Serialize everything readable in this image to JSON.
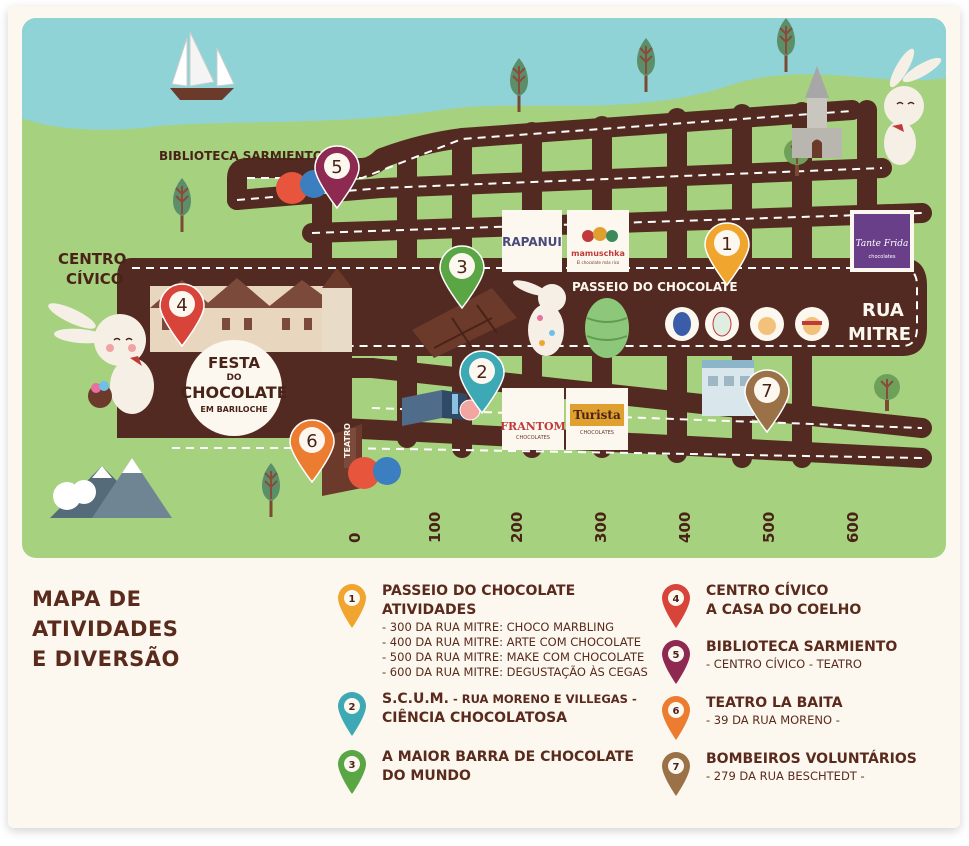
{
  "map": {
    "labels": {
      "biblioteca": "BIBLIOTECA SARMIENTO",
      "centro_1": "CENTRO",
      "centro_2": "CÍVICO",
      "passeio": "PASSEIO DO CHOCOLATE",
      "rua_1": "RUA",
      "rua_2": "MITRE",
      "teatro": "TEATRO",
      "festa_1": "FESTA",
      "festa_2": "DO",
      "festa_3": "CHOCOLATE",
      "festa_4": "EM BARILOCHE"
    },
    "shops": {
      "rapanui": "RAPANUI",
      "mamuschka": "mamuschka",
      "mamuschka_sub": "El chocolate más rico",
      "tante_frida_1": "Tante Frida",
      "tante_frida_2": "chocolates",
      "frantom_1": "FRANTOM",
      "frantom_2": "CHOCOLATES",
      "turista_1": "Turista",
      "turista_2": "CHOCOLATES"
    },
    "street_numbers": [
      "0",
      "100",
      "200",
      "300",
      "400",
      "500",
      "600"
    ],
    "pins": [
      {
        "num": "1",
        "color": "#f0a52e"
      },
      {
        "num": "2",
        "color": "#3da9b5"
      },
      {
        "num": "3",
        "color": "#5aa544"
      },
      {
        "num": "4",
        "color": "#d8433a"
      },
      {
        "num": "5",
        "color": "#8e2a52"
      },
      {
        "num": "6",
        "color": "#ec7c2f"
      },
      {
        "num": "7",
        "color": "#9b7248"
      }
    ],
    "colors": {
      "water": "#8fd3d6",
      "grass": "#a6d17e",
      "road": "#532a21",
      "road_dash": "#ffffff",
      "chocolate": "#5a2a1c"
    }
  },
  "legend": {
    "title_1": "MAPA DE ATIVIDADES",
    "title_2": "E DIVERSÃO",
    "items": [
      {
        "num": "1",
        "color": "#f0a52e",
        "heading": "PASSEIO DO CHOCOLATE",
        "heading2": "ATIVIDADES",
        "lines": [
          "- 300 DA RUA MITRE: CHOCO MARBLING",
          "- 400 DA RUA MITRE: ARTE COM CHOCOLATE",
          "- 500 DA RUA MITRE: MAKE COM CHOCOLATE",
          "- 600 DA RUA MITRE: DEGUSTAÇÃO ÀS CEGAS"
        ]
      },
      {
        "num": "2",
        "color": "#3da9b5",
        "heading": "S.C.U.M.",
        "heading_suffix": " - RUA MORENO E VILLEGAS -",
        "heading2": "CIÊNCIA CHOCOLATOSA"
      },
      {
        "num": "3",
        "color": "#5aa544",
        "heading": "A MAIOR BARRA DE CHOCOLATE",
        "heading2": "DO MUNDO"
      },
      {
        "num": "4",
        "color": "#d8433a",
        "heading": "CENTRO CÍVICO",
        "heading2": "A CASA DO COELHO"
      },
      {
        "num": "5",
        "color": "#8e2a52",
        "heading": "BIBLIOTECA SARMIENTO",
        "lines": [
          "- CENTRO CÍVICO - TEATRO"
        ]
      },
      {
        "num": "6",
        "color": "#ec7c2f",
        "heading": "TEATRO LA BAITA",
        "lines": [
          "- 39 DA RUA MORENO -"
        ]
      },
      {
        "num": "7",
        "color": "#9b7248",
        "heading": "BOMBEIROS VOLUNTÁRIOS",
        "lines": [
          "- 279 DA RUA BESCHTEDT -"
        ]
      }
    ]
  }
}
